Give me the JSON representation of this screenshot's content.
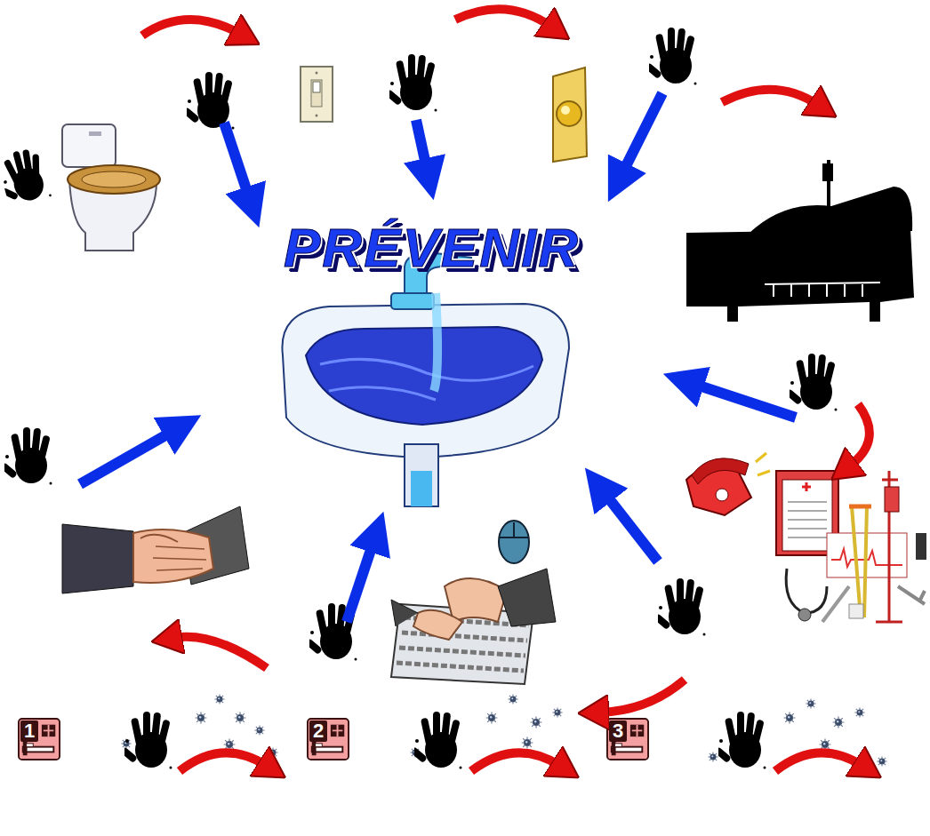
{
  "diagram": {
    "title": "PRÉVENIR",
    "labels": [
      "1",
      "2",
      "3"
    ]
  }
}
